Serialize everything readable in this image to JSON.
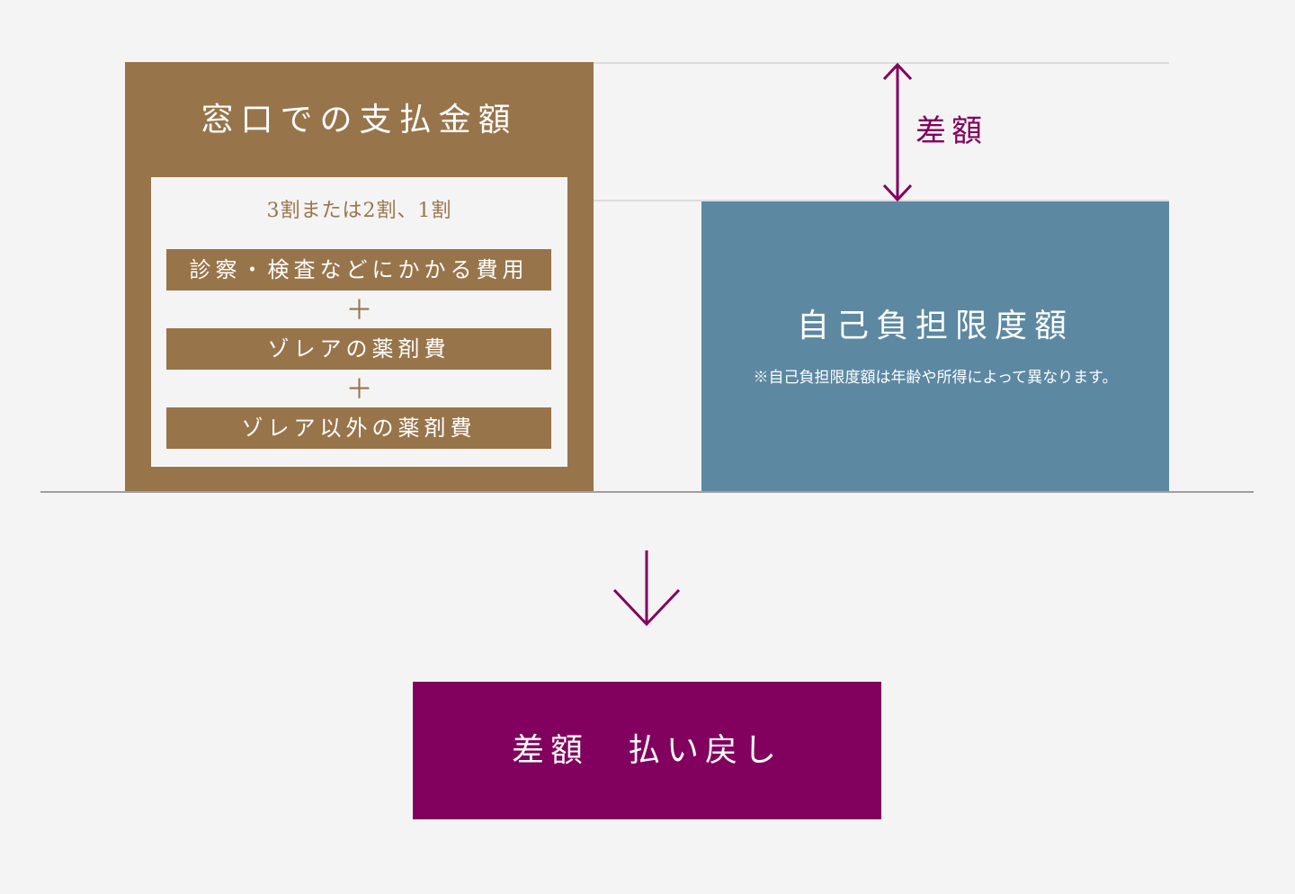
{
  "diagram": {
    "payment_box": {
      "title": "窓口での支払金額",
      "ratio_label": "3割または2割、1割",
      "cost_items": [
        "診察・検査などにかかる費用",
        "ゾレアの薬剤費",
        "ゾレア以外の薬剤費"
      ],
      "plus_symbol": "＋",
      "color": "#98744a"
    },
    "limit_box": {
      "title": "自己負担限度額",
      "note": "※自己負担限度額は年齢や所得によって異なります。",
      "color": "#5c88a2"
    },
    "difference": {
      "label": "差額",
      "arrow_icon": "double-headed-vertical-arrow",
      "color": "#82005e"
    },
    "flow_arrow": {
      "icon": "down-arrow",
      "color": "#82005e"
    },
    "refund_box": {
      "label": "差額　払い戻し",
      "color": "#82005e"
    },
    "colors": {
      "background": "#f4f4f4",
      "baseline": "#9e9e9e",
      "guide_lines": "#dcdcdc"
    }
  }
}
